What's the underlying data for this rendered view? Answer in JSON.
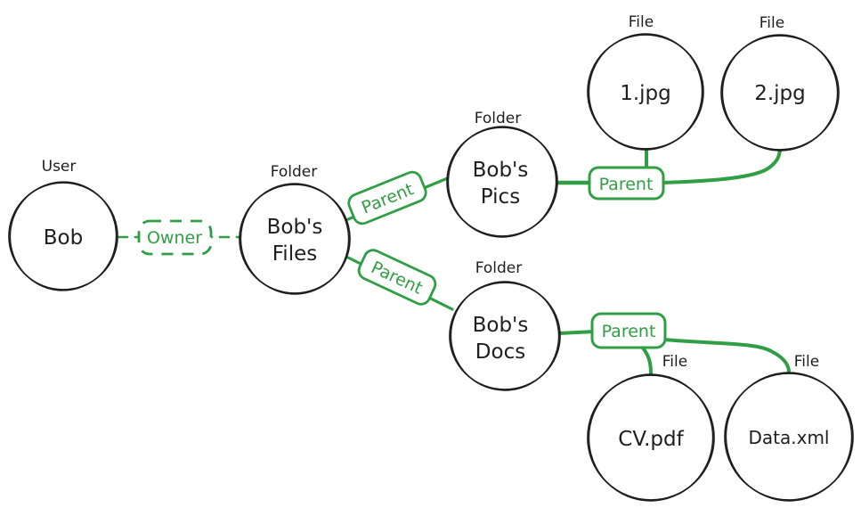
{
  "diagram": {
    "background_color": "#ffffff",
    "ink_color": "#1e1e1e",
    "accent_color": "#2f9e44",
    "nodes": [
      {
        "type_label": "User",
        "name": "Bob",
        "lines": [
          "Bob"
        ]
      },
      {
        "type_label": "Folder",
        "name": "Bob's Files",
        "lines": [
          "Bob's",
          "Files"
        ]
      },
      {
        "type_label": "Folder",
        "name": "Bob's Pics",
        "lines": [
          "Bob's",
          "Pics"
        ]
      },
      {
        "type_label": "Folder",
        "name": "Bob's Docs",
        "lines": [
          "Bob's",
          "Docs"
        ]
      },
      {
        "type_label": "File",
        "name": "1.jpg",
        "lines": [
          "1.jpg"
        ]
      },
      {
        "type_label": "File",
        "name": "2.jpg",
        "lines": [
          "2.jpg"
        ]
      },
      {
        "type_label": "File",
        "name": "CV.pdf",
        "lines": [
          "CV.pdf"
        ]
      },
      {
        "type_label": "File",
        "name": "Data.xml",
        "lines": [
          "Data.xml"
        ]
      }
    ],
    "edges": [
      {
        "label": "Owner",
        "style": "dashed",
        "from": "Bob",
        "to": [
          "Bob's Files"
        ]
      },
      {
        "label": "Parent",
        "style": "solid",
        "from": "Bob's Files",
        "to": [
          "Bob's Pics"
        ]
      },
      {
        "label": "Parent",
        "style": "solid",
        "from": "Bob's Files",
        "to": [
          "Bob's Docs"
        ]
      },
      {
        "label": "Parent",
        "style": "solid",
        "from": "Bob's Pics",
        "to": [
          "1.jpg",
          "2.jpg"
        ]
      },
      {
        "label": "Parent",
        "style": "solid",
        "from": "Bob's Docs",
        "to": [
          "CV.pdf",
          "Data.xml"
        ]
      }
    ]
  }
}
